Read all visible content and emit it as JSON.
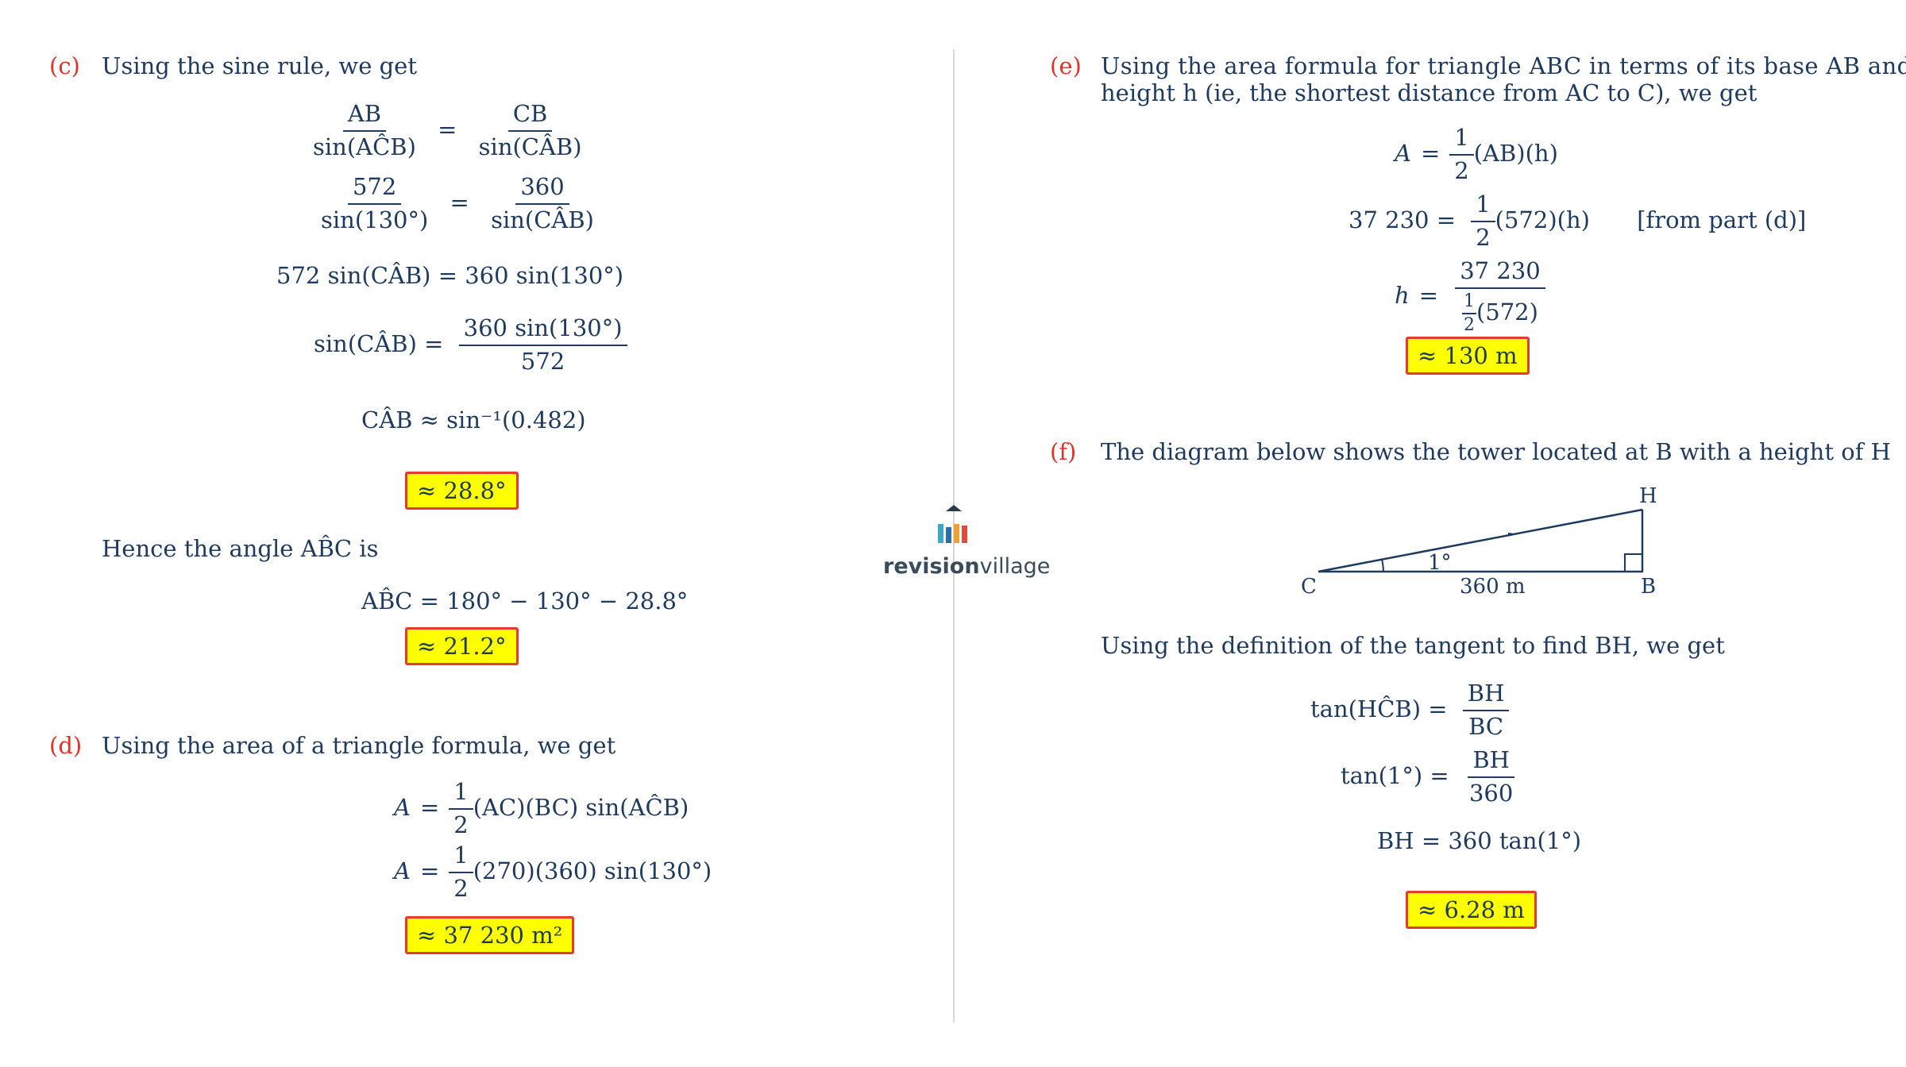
{
  "left": {
    "c": {
      "label": "(c)",
      "intro": "Using the sine rule, we get",
      "s1": {
        "ln": "AB",
        "ld": "sin(AĈB)",
        "rn": "CB",
        "rd": "sin(CÂB)"
      },
      "s2": {
        "ln": "572",
        "ld": "sin(130°)",
        "rn": "360",
        "rd": "sin(CÂB)"
      },
      "s3": "572 sin(CÂB) = 360 sin(130°)",
      "s4": {
        "lhs": "sin(CÂB) =",
        "num": "360 sin(130°)",
        "den": "572"
      },
      "s5": "CÂB ≈ sin⁻¹(0.482)",
      "answer1": "≈ 28.8°",
      "hence": "Hence the angle AB̂C is",
      "s6": "AB̂C = 180° − 130° − 28.8°",
      "answer2": "≈ 21.2°"
    },
    "d": {
      "label": "(d)",
      "intro": "Using the area of a triangle formula, we get",
      "s1_rhs": "(AC)(BC) sin(AĈB)",
      "s2_rhs": "(270)(360) sin(130°)",
      "answer": "≈ 37 230 m²"
    }
  },
  "right": {
    "e": {
      "label": "(e)",
      "intro1": "Using the area formula for triangle ABC in terms of its base AB and its",
      "intro2": "height h (ie, the shortest distance from AC to C), we get",
      "s1_rhs": "(AB)(h)",
      "s2_lhs": "37 230 =",
      "s2_rhs": "(572)(h)",
      "s2_note": "[from part (d)]",
      "s3_num": "37 230",
      "s3_den": "(572)",
      "answer": "≈ 130 m"
    },
    "f": {
      "label": "(f)",
      "intro": "The diagram below shows the tower located at B with a height of H",
      "diagram": {
        "H": "H",
        "C": "C",
        "B": "B",
        "angle": "1°",
        "base": "360 m"
      },
      "tangent": "Using the definition of the tangent to find BH, we get",
      "t1_lhs": "tan(HĈB) =",
      "t1_num": "BH",
      "t1_den": "BC",
      "t2_lhs": "tan(1°) =",
      "t2_num": "BH",
      "t2_den": "360",
      "t3": "BH = 360 tan(1°)",
      "answer": "≈ 6.28 m"
    }
  },
  "logo": {
    "bold": "revision",
    "light": "village"
  },
  "colors": {
    "highlight": "#ffff00",
    "box_border": "#e53a2e",
    "label": "#e0342b",
    "text": "#1f3a5f"
  }
}
